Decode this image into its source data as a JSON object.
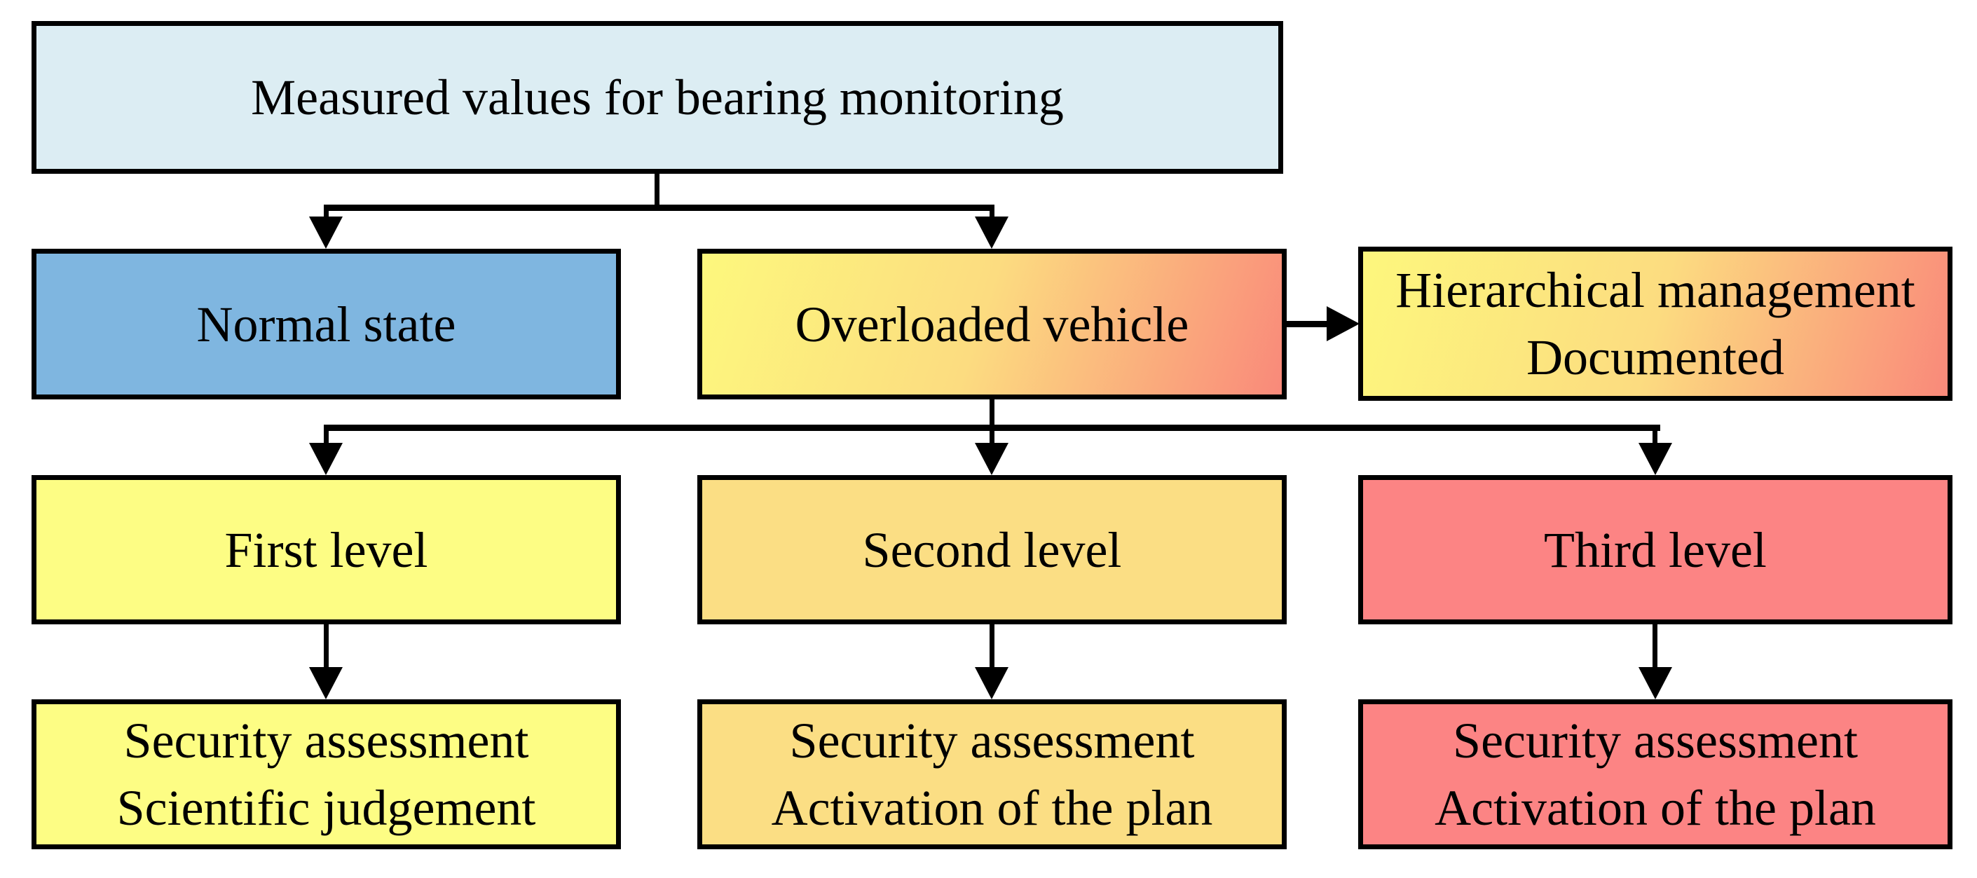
{
  "figure": {
    "type": "flowchart",
    "background": "#ffffff",
    "border_color": "#000000",
    "arrow_color": "#000000"
  },
  "nodes": {
    "measured": {
      "label": "Measured values for bearing monitoring",
      "fill": "#dcedf3"
    },
    "normal": {
      "label": "Normal state",
      "fill": "#7fb6e0"
    },
    "overloaded": {
      "label": "Overloaded vehicle",
      "fill_start": "#fdf87d",
      "fill_end": "#f9897a"
    },
    "hierarchical": {
      "line1": "Hierarchical management",
      "line2": "Documented",
      "fill_start": "#fdf77d",
      "fill_end": "#f9897a"
    },
    "first_level": {
      "label": "First level",
      "fill": "#fdfd84"
    },
    "second_level": {
      "label": "Second level",
      "fill": "#fbde84"
    },
    "third_level": {
      "label": "Third level",
      "fill": "#fc8484"
    },
    "assessment_first": {
      "line1": "Security assessment",
      "line2": "Scientific judgement",
      "fill": "#fdfd84"
    },
    "assessment_second": {
      "line1": "Security assessment",
      "line2": "Activation of the plan",
      "fill": "#fbde84"
    },
    "assessment_third": {
      "line1": "Security assessment",
      "line2": "Activation of the plan",
      "fill": "#fc8484"
    }
  },
  "edges": [
    {
      "from": "measured",
      "to": "normal"
    },
    {
      "from": "measured",
      "to": "overloaded"
    },
    {
      "from": "overloaded",
      "to": "hierarchical"
    },
    {
      "from": "overloaded",
      "to": "first_level"
    },
    {
      "from": "overloaded",
      "to": "second_level"
    },
    {
      "from": "overloaded",
      "to": "third_level"
    },
    {
      "from": "first_level",
      "to": "assessment_first"
    },
    {
      "from": "second_level",
      "to": "assessment_second"
    },
    {
      "from": "third_level",
      "to": "assessment_third"
    }
  ]
}
